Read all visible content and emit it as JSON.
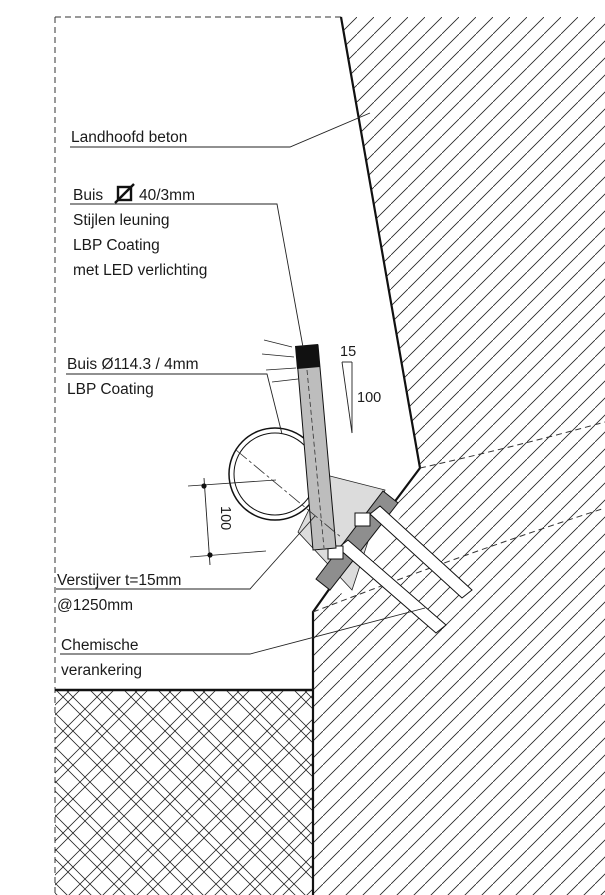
{
  "labels": {
    "landhoofd": "Landhoofd beton",
    "buis_small_prefix": "Buis",
    "buis_small_size": "40/3mm",
    "stijlen": "Stijlen leuning",
    "lbp_coating_1": "LBP Coating",
    "led": "met LED verlichting",
    "buis_large": "Buis Ø114.3 / 4mm",
    "lbp_coating_2": "LBP Coating",
    "verstijver": "Verstijver t=15mm",
    "spacing": "@1250mm",
    "chemische": "Chemische",
    "verankering": "verankering"
  },
  "dimensions": {
    "slope_rise": "15",
    "slope_run": "100",
    "offset": "100"
  }
}
